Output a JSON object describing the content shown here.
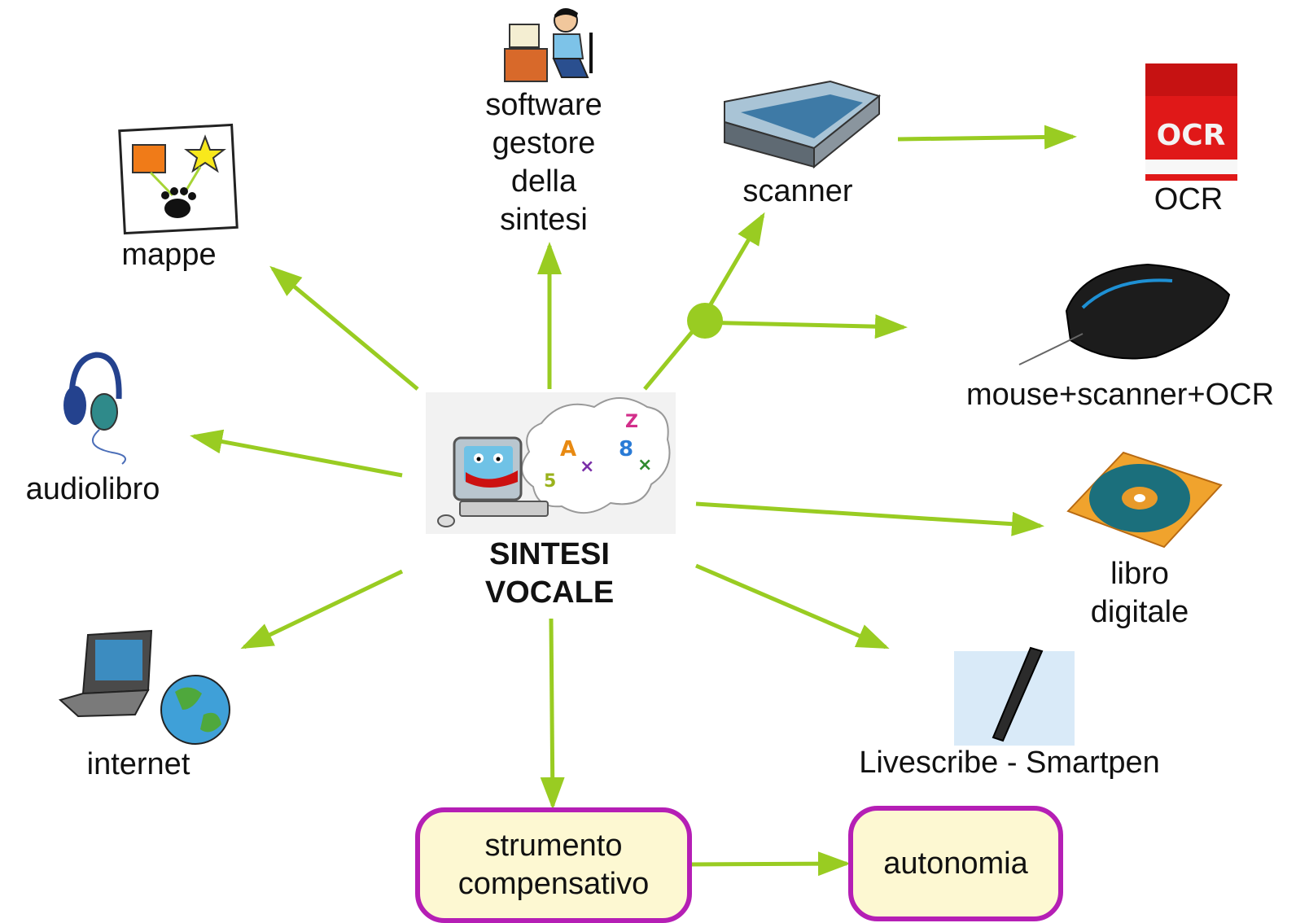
{
  "center": {
    "label": "SINTESI\nVOCALE"
  },
  "nodes": {
    "software": "software\ngestore\ndella\nsintesi",
    "mappe": "mappe",
    "scanner": "scanner",
    "ocr": "OCR",
    "mouse_scanner": "mouse+scanner+OCR",
    "audiolibro": "audiolibro",
    "libro_digitale": "libro\ndigitale",
    "internet": "internet",
    "livescribe": "Livescribe - Smartpen"
  },
  "boxes": {
    "strumento": "strumento\ncompensativo",
    "autonomia": "autonomia"
  },
  "icons": {
    "center": "computer-eating-letters-icon",
    "software": "person-at-computer-icon",
    "mappe": "concept-map-icon",
    "scanner": "flatbed-scanner-icon",
    "ocr": "ocr-software-box-icon",
    "mouse_scanner": "scanner-mouse-icon",
    "audiolibro": "headphones-icon",
    "libro_digitale": "cd-disc-icon",
    "internet": "laptop-globe-icon",
    "livescribe": "smartpen-icon"
  },
  "colors": {
    "arrow": "#99cc22",
    "box_border": "#b51fb5",
    "box_fill": "#fdf8d2"
  }
}
